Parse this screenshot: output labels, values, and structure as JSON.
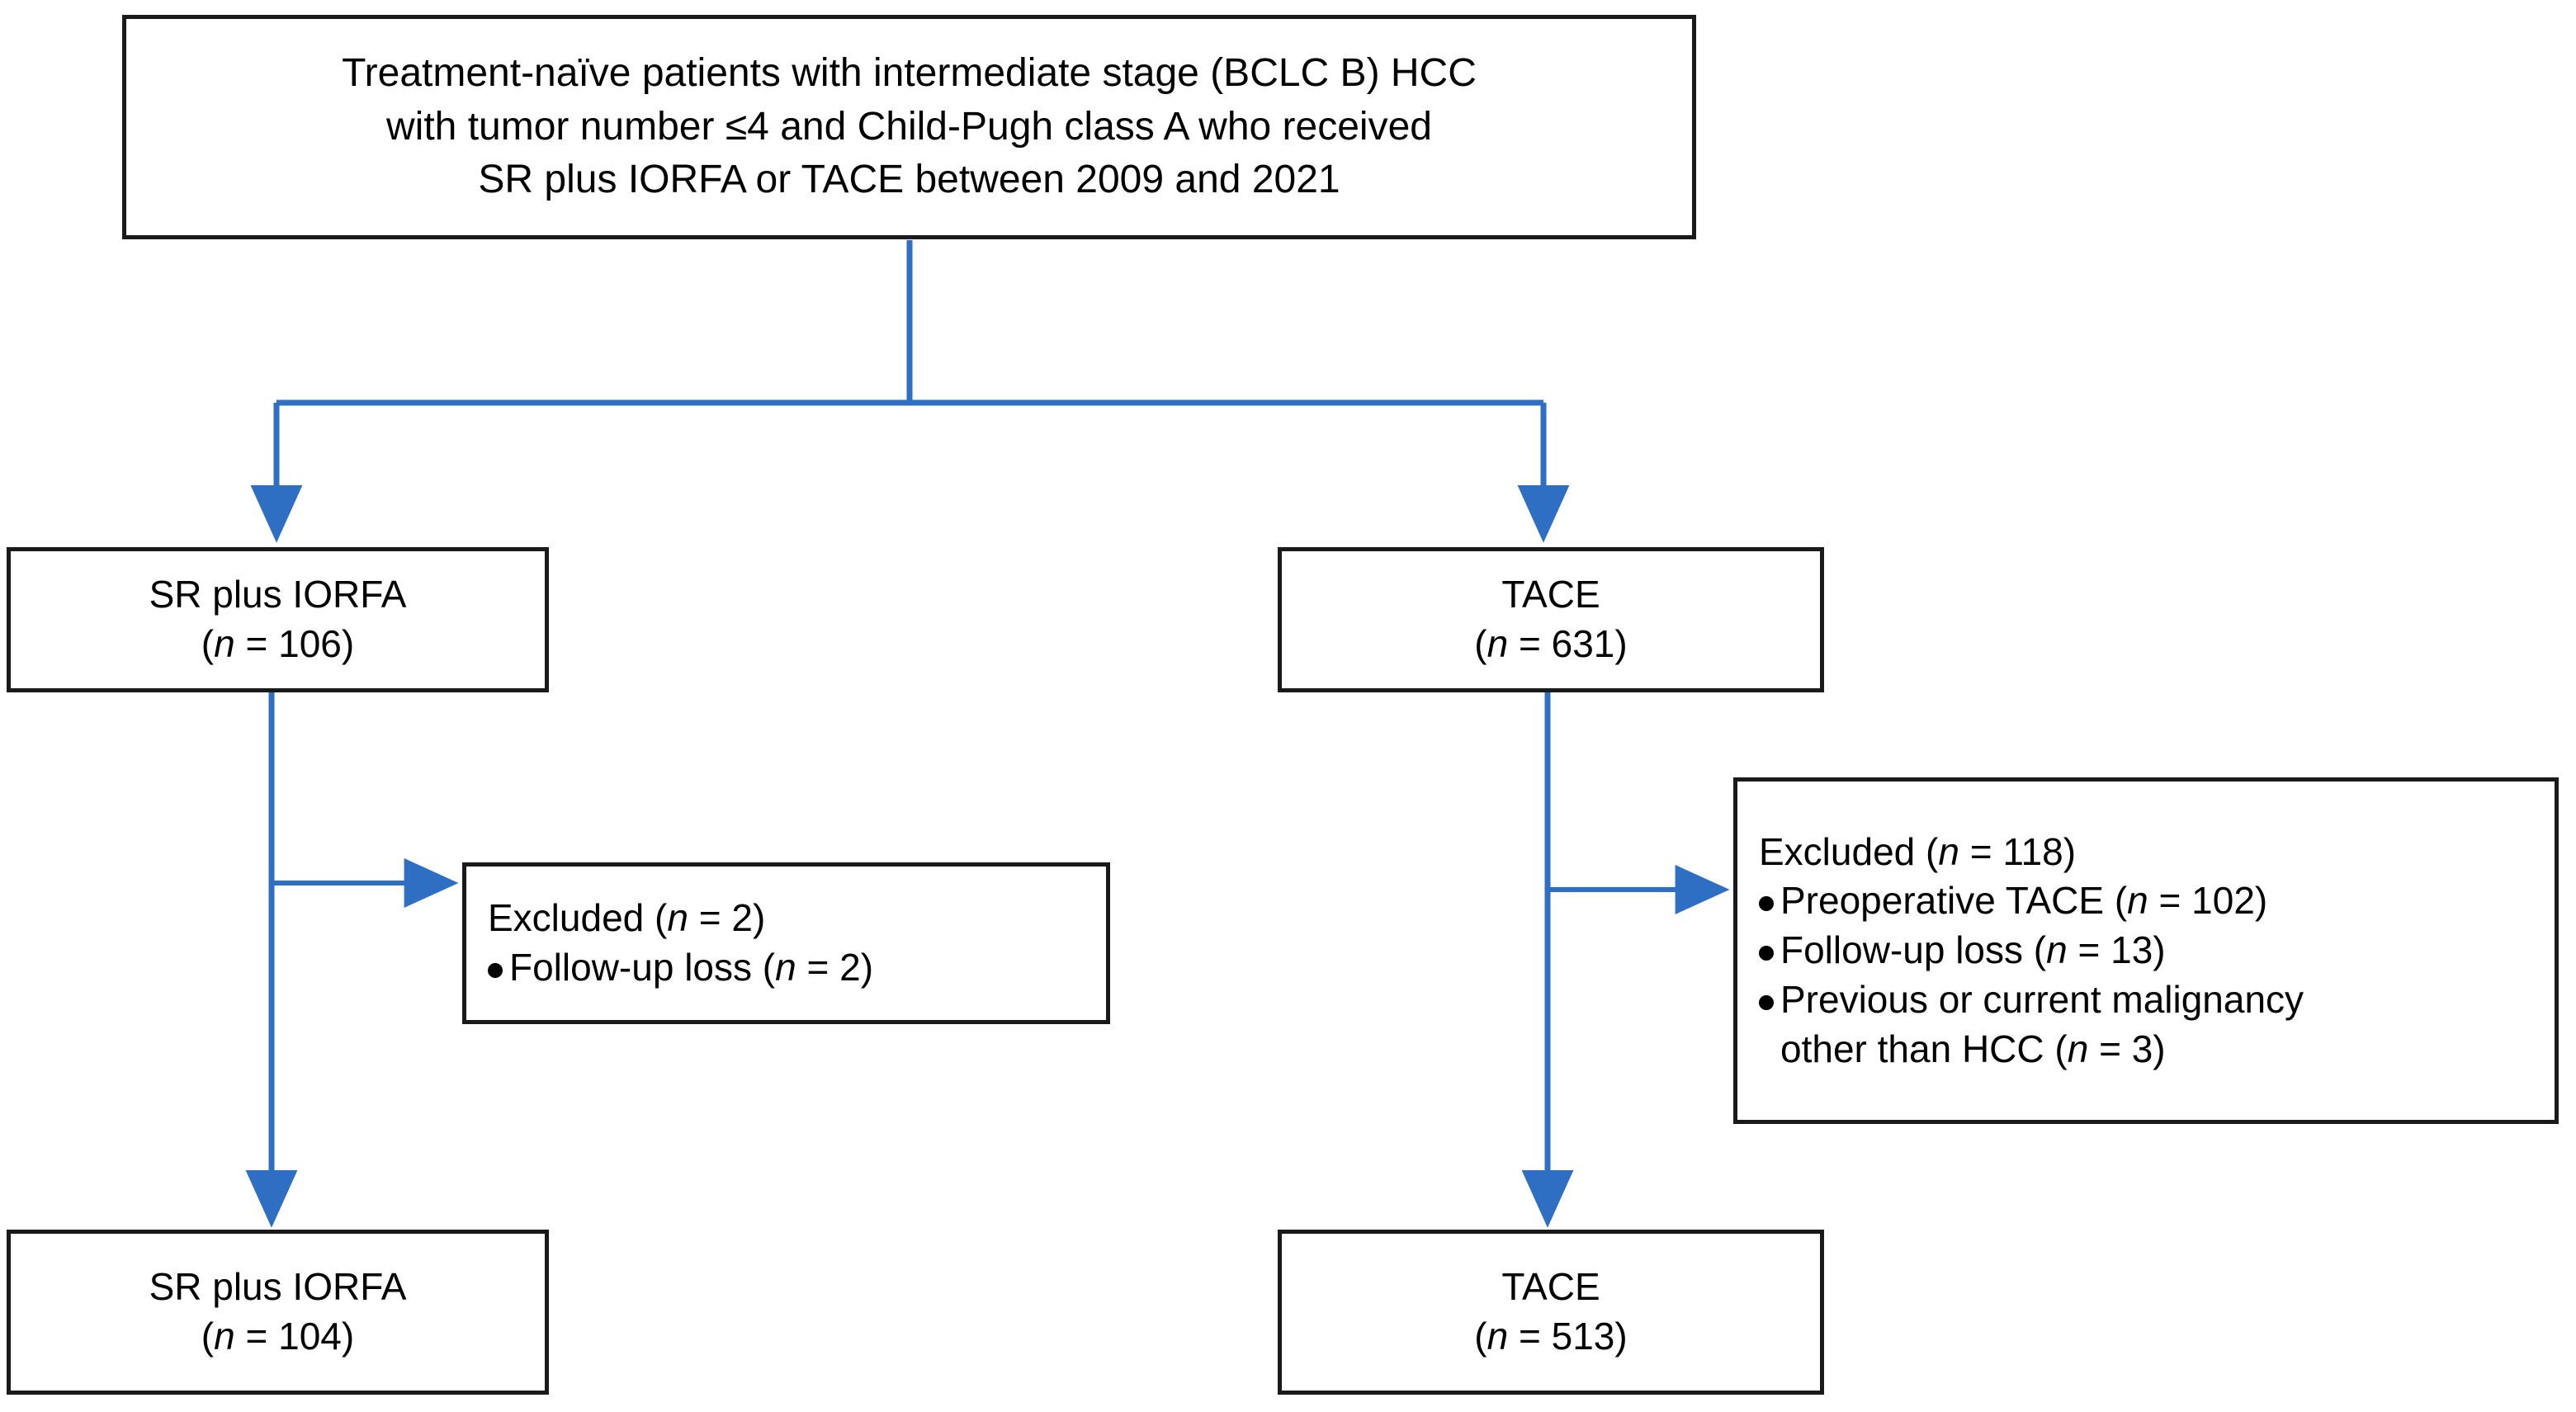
{
  "figure": {
    "type": "flowchart",
    "kind": "patient-selection-flow-diagram",
    "accent_color": "#2E6FC4",
    "box_border_color": "#1A1A1A",
    "text_color": "#000000",
    "background_color": "#FFFFFF"
  },
  "root": {
    "name": "eligible-cohort",
    "lines": [
      "Treatment-naïve patients with intermediate stage (BCLC B) HCC",
      "with tumor number ≤4 and Child-Pugh class A who received",
      "SR plus IORFA or TACE between 2009 and 2021"
    ]
  },
  "arms": {
    "left_enrolled": {
      "name": "sr-plus-iorfa-enrolled",
      "label": "SR plus IORFA",
      "n_prefix": "(",
      "n_symbol": "n",
      "n_value": " = 106)",
      "n_text": "(n = 106)",
      "count": 106
    },
    "right_enrolled": {
      "name": "tace-enrolled",
      "label": "TACE",
      "n_prefix": "(",
      "n_symbol": "n",
      "n_value": " = 631)",
      "n_text": "(n = 631)",
      "count": 631
    },
    "left_final": {
      "name": "sr-plus-iorfa-final",
      "label": "SR plus IORFA",
      "n_prefix": "(",
      "n_symbol": "n",
      "n_value": " = 104)",
      "n_text": "(n = 104)",
      "count": 104
    },
    "right_final": {
      "name": "tace-final",
      "label": "TACE",
      "n_prefix": "(",
      "n_symbol": "n",
      "n_value": " = 513)",
      "n_text": "(n = 513)",
      "count": 513
    }
  },
  "exclusions": {
    "left": {
      "name": "exclusions-sr-plus-iorfa",
      "heading_prefix": "Excluded (",
      "heading_symbol": "n",
      "heading_suffix": " = 2)",
      "heading_text": "Excluded (n = 2)",
      "total": 2,
      "items": [
        {
          "text_prefix": "Follow-up loss (",
          "symbol": "n",
          "text_suffix": " = 2)",
          "full_text": "Follow-up loss (n = 2)",
          "count": 2,
          "continuation": ""
        }
      ]
    },
    "right": {
      "name": "exclusions-tace",
      "heading_prefix": "Excluded (",
      "heading_symbol": "n",
      "heading_suffix": " = 118)",
      "heading_text": "Excluded (n = 118)",
      "total": 118,
      "items": [
        {
          "text_prefix": "Preoperative TACE (",
          "symbol": "n",
          "text_suffix": " = 102)",
          "full_text": "Preoperative TACE (n = 102)",
          "count": 102,
          "continuation": ""
        },
        {
          "text_prefix": "Follow-up loss (",
          "symbol": "n",
          "text_suffix": " = 13)",
          "full_text": "Follow-up loss (n = 13)",
          "count": 13,
          "continuation": ""
        },
        {
          "text_prefix": "Previous or current malignancy",
          "symbol": "",
          "text_suffix": "",
          "full_text": "Previous or current malignancy other than HCC (n = 3)",
          "count": 3,
          "continuation_prefix": "other than HCC (",
          "continuation_symbol": "n",
          "continuation_suffix": " = 3)",
          "continuation": "other than HCC (n = 3)"
        }
      ]
    }
  }
}
